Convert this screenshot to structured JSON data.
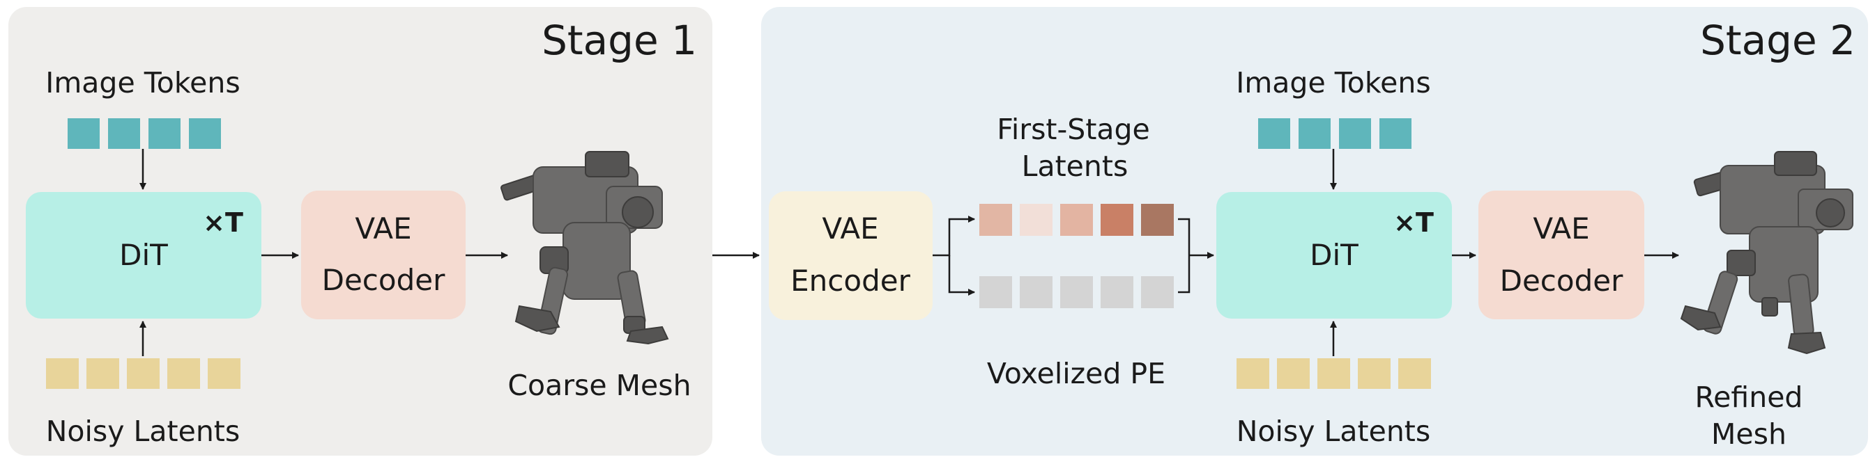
{
  "stage1": {
    "title": "Stage 1",
    "image_tokens_label": "Image Tokens",
    "noisy_latents_label": "Noisy Latents",
    "dit_label": "DiT",
    "dit_repeat": "×T",
    "vae_decoder_line1": "VAE",
    "vae_decoder_line2": "Decoder",
    "output_label": "Coarse Mesh"
  },
  "stage2": {
    "title": "Stage 2",
    "vae_encoder_line1": "VAE",
    "vae_encoder_line2": "Encoder",
    "first_stage_line1": "First-Stage",
    "first_stage_line2": "Latents",
    "voxelized_label": "Voxelized PE",
    "image_tokens_label": "Image Tokens",
    "noisy_latents_label": "Noisy Latents",
    "dit_label": "DiT",
    "dit_repeat": "×T",
    "vae_decoder_line1": "VAE",
    "vae_decoder_line2": "Decoder",
    "output_line1": "Refined",
    "output_line2": "Mesh"
  },
  "colors": {
    "stage1_bg": "#efeeec",
    "stage2_bg": "#e9f0f4",
    "image_token": "#5fb6bb",
    "noisy_latent": "#e8d49a",
    "dit_box": "#b7efe6",
    "vae_decoder_box": "#f5dbd1",
    "vae_encoder_box": "#f8f1dc",
    "first_stage_latents": [
      "#e2b6a4",
      "#f2dfd8",
      "#e3b4a2",
      "#c98066",
      "#a97762"
    ],
    "voxelized_pe": "#d4d4d4"
  }
}
